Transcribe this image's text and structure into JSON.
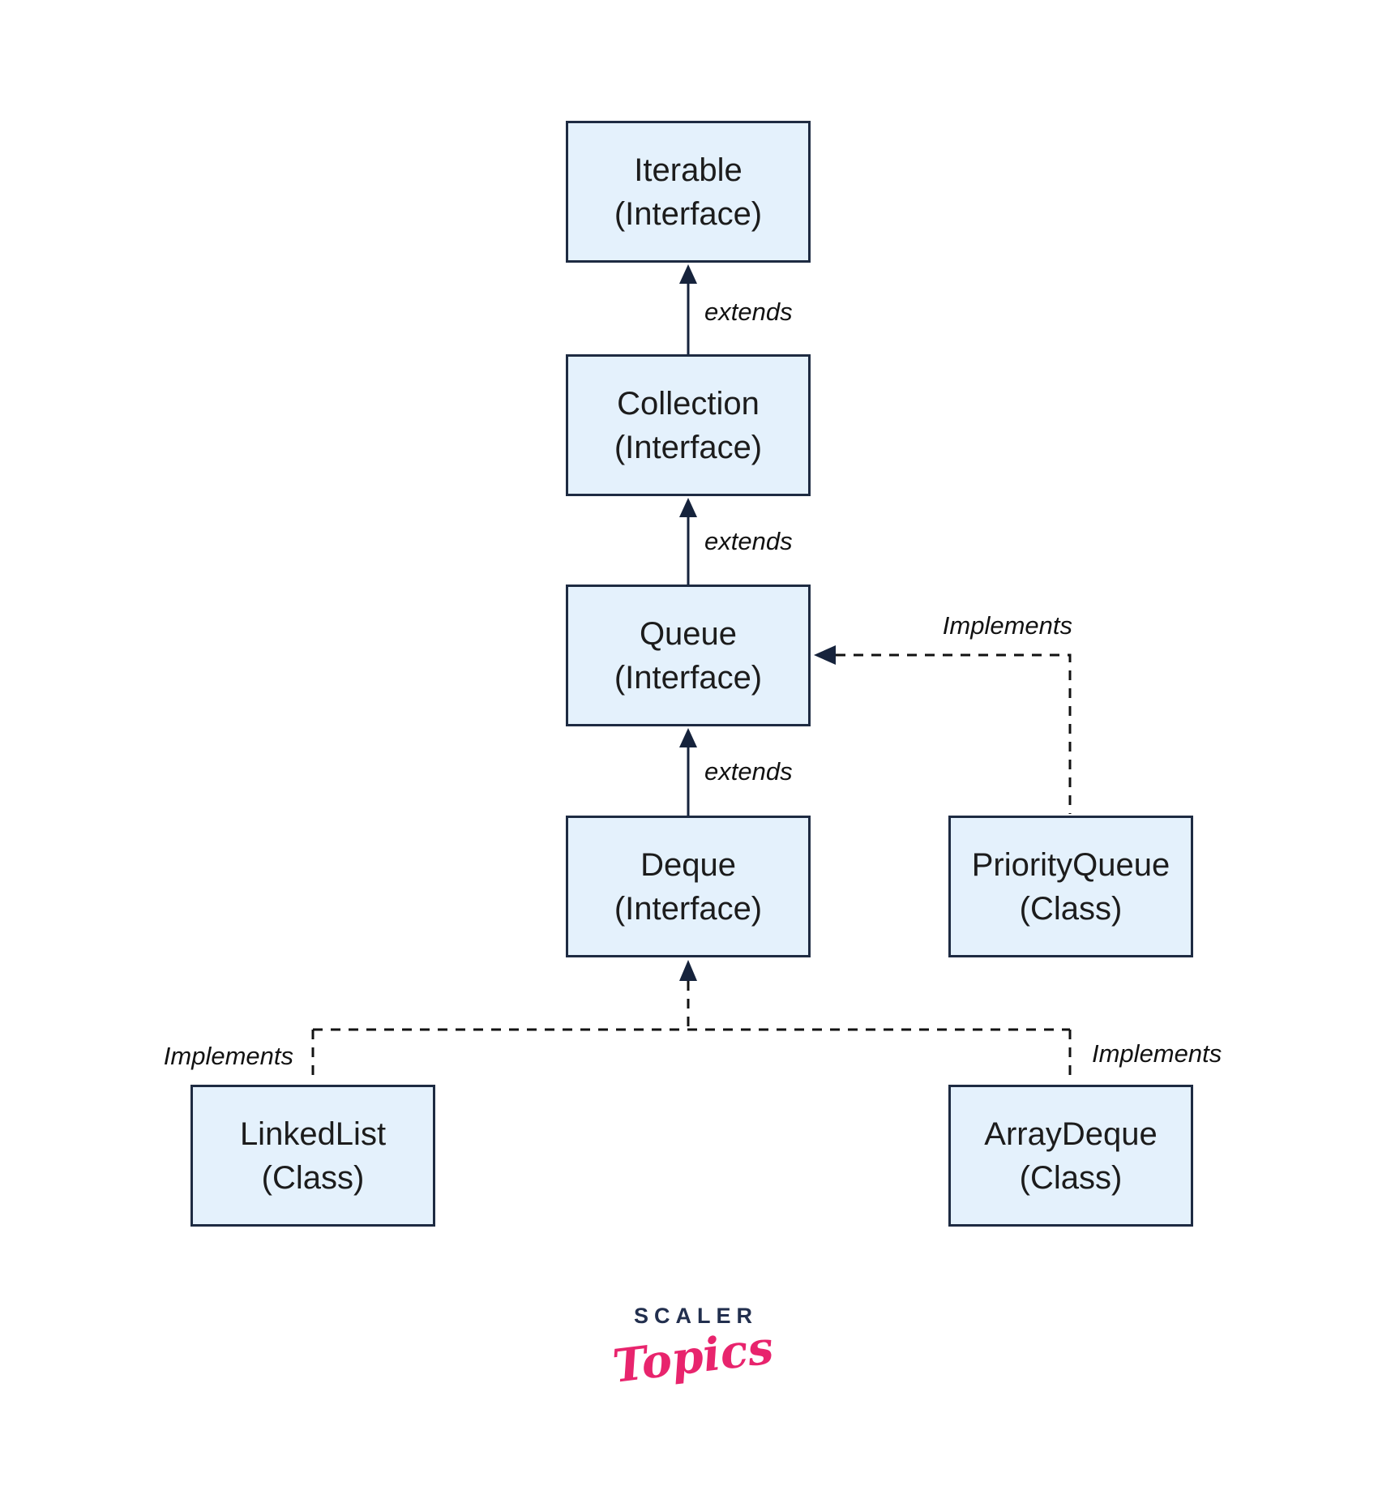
{
  "diagram": {
    "nodes": [
      {
        "name": "Iterable",
        "kind": "(Interface)"
      },
      {
        "name": "Collection",
        "kind": "(Interface)"
      },
      {
        "name": "Queue",
        "kind": "(Interface)"
      },
      {
        "name": "Deque",
        "kind": "(Interface)"
      },
      {
        "name": "PriorityQueue",
        "kind": "(Class)"
      },
      {
        "name": "LinkedList",
        "kind": "(Class)"
      },
      {
        "name": "ArrayDeque",
        "kind": "(Class)"
      }
    ],
    "edges": [
      {
        "label": "extends",
        "from": "Collection",
        "to": "Iterable",
        "style": "solid"
      },
      {
        "label": "extends",
        "from": "Queue",
        "to": "Collection",
        "style": "solid"
      },
      {
        "label": "extends",
        "from": "Deque",
        "to": "Queue",
        "style": "solid"
      },
      {
        "label": "Implements",
        "from": "PriorityQueue",
        "to": "Queue",
        "style": "dashed"
      },
      {
        "label": "Implements",
        "from": "LinkedList",
        "to": "Deque",
        "style": "dashed"
      },
      {
        "label": "Implements",
        "from": "ArrayDeque",
        "to": "Deque",
        "style": "dashed"
      }
    ],
    "colors": {
      "node_fill": "#e4f1fc",
      "node_border": "#1e2b42",
      "solid_line": "#16233c",
      "dashed_line": "#121212",
      "text_color": "#1c1c1c"
    }
  },
  "logo": {
    "brand": "SCALER",
    "wordmark": "Topics",
    "colors": {
      "brand_color": "#222f4e",
      "wordmark_color": "#e8246d"
    }
  }
}
